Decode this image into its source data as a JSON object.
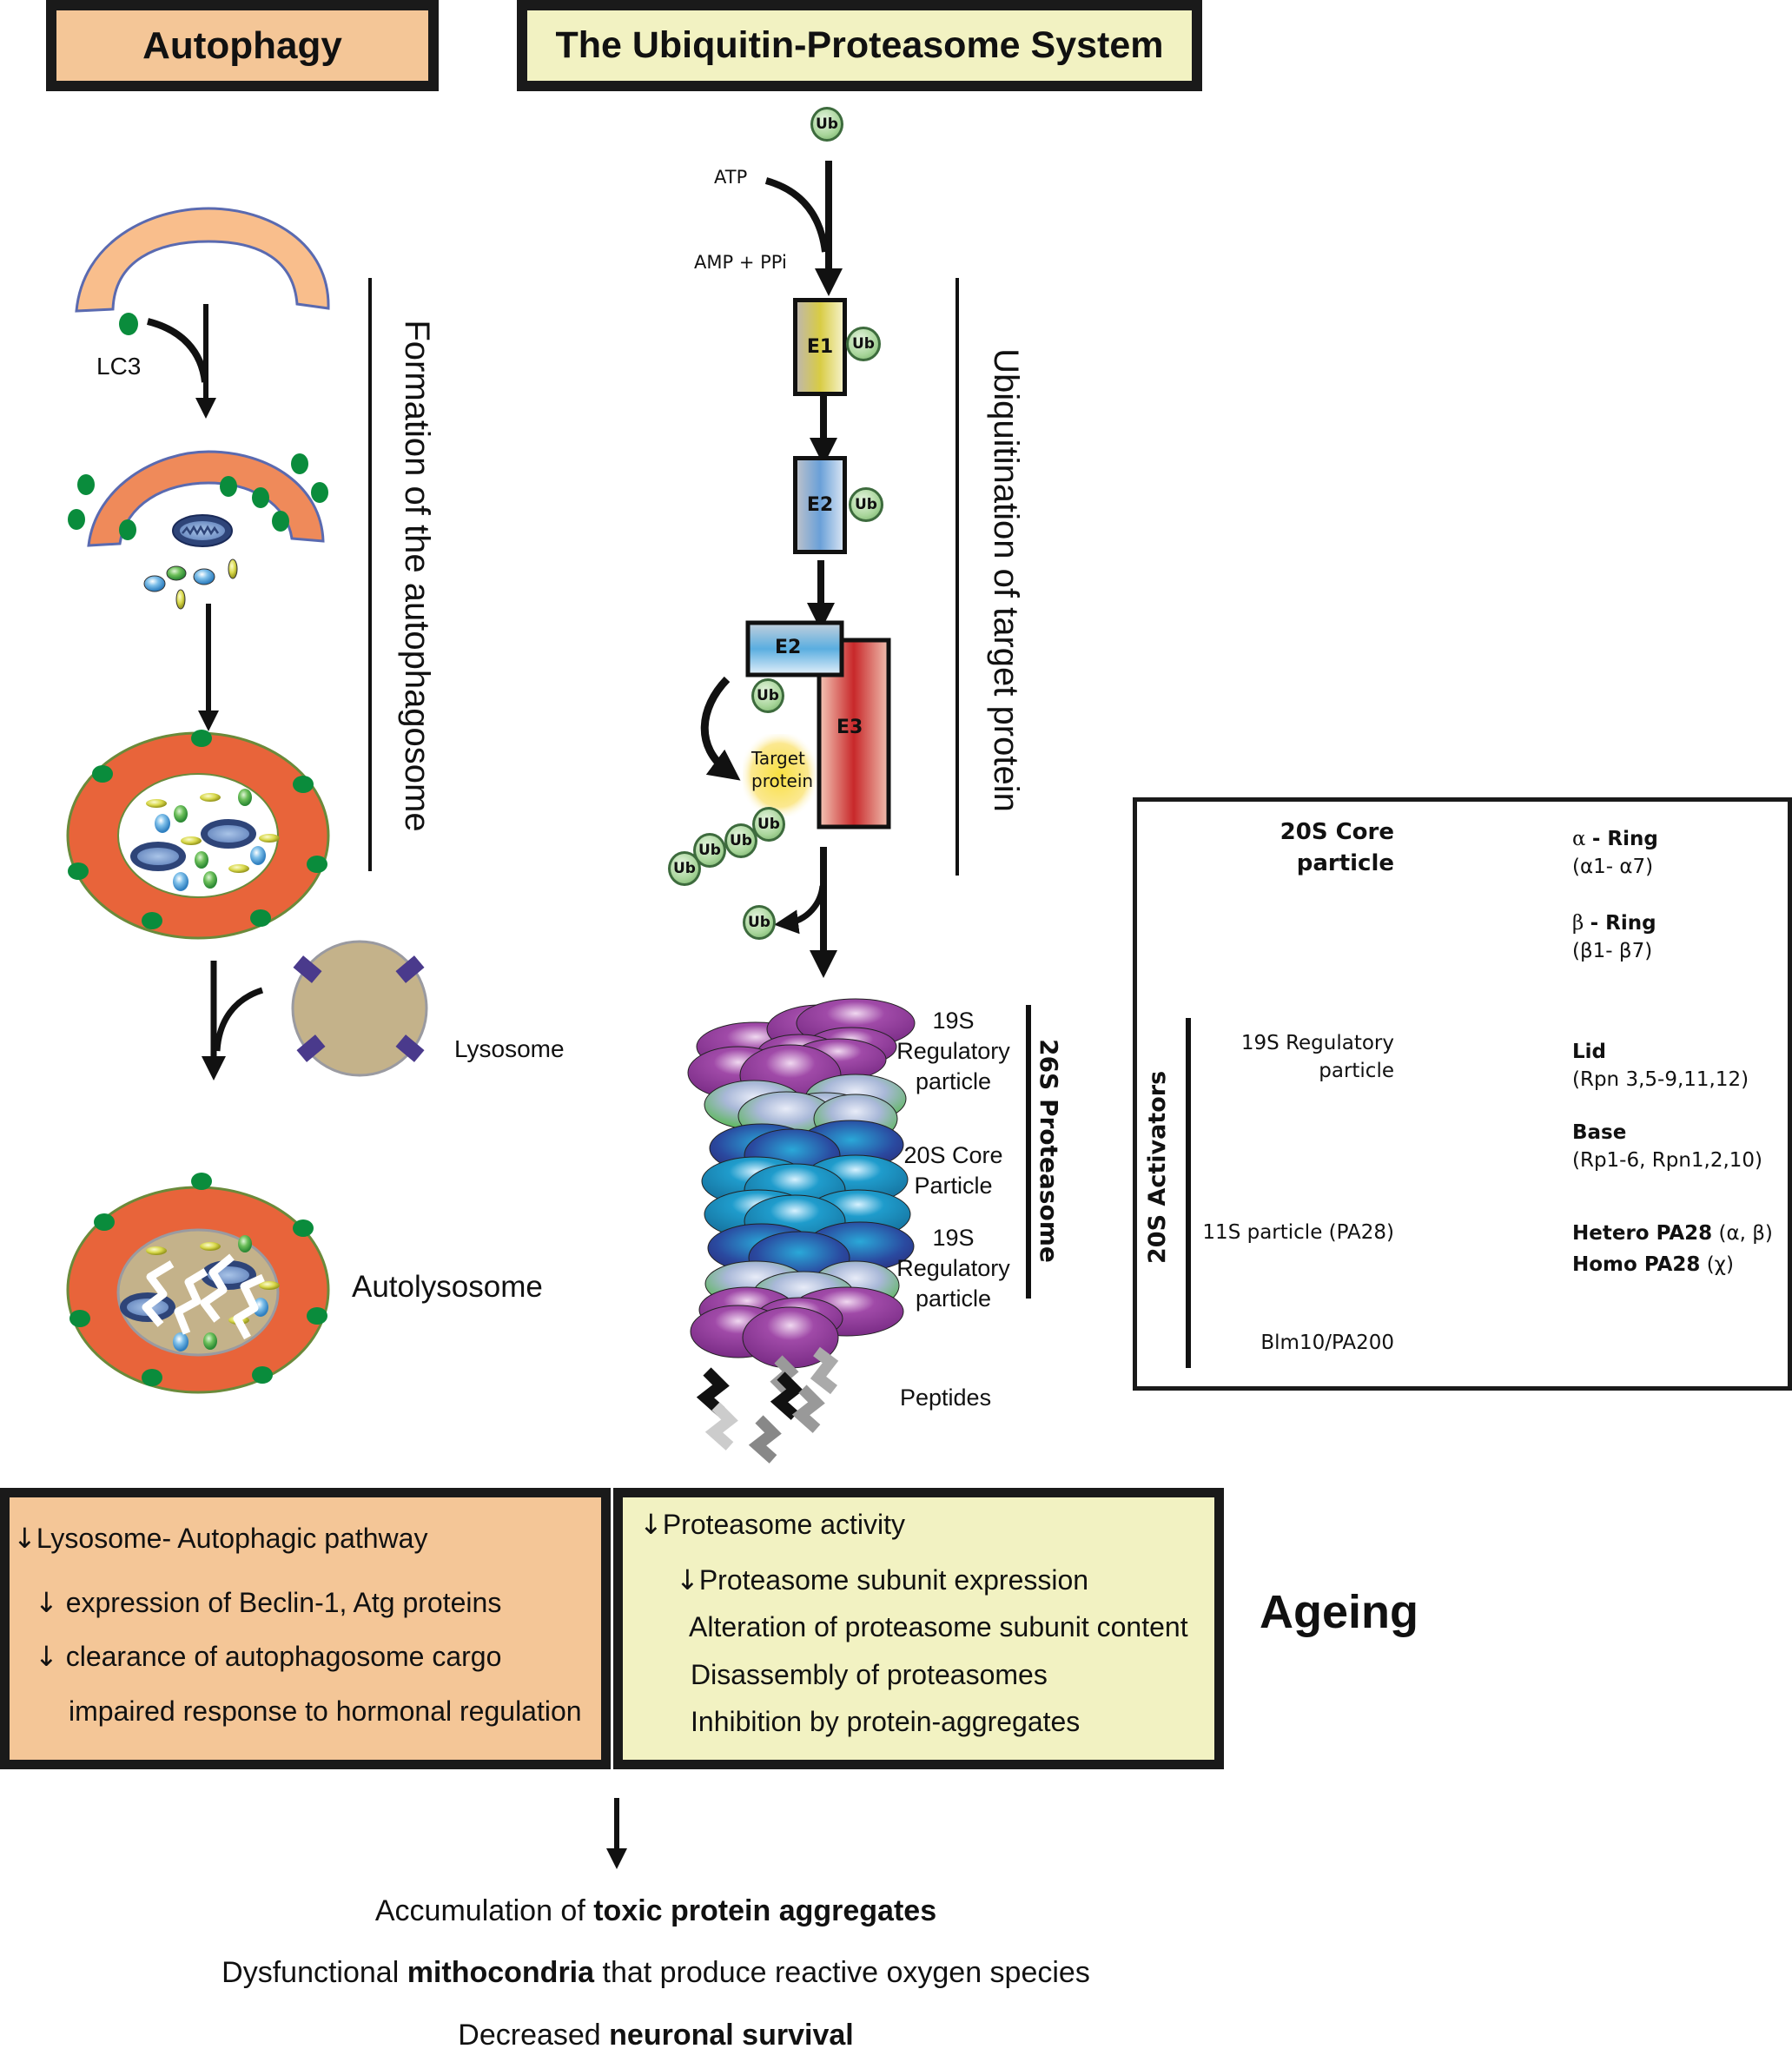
{
  "headers": {
    "autophagy": "Autophagy",
    "ups": "The Ubiquitin-Proteasome System"
  },
  "autophagy": {
    "lc3_label": "LC3",
    "formation_label": "Formation of the autophagosome",
    "lysosome_label": "Lysosome",
    "autolysosome_label": "Autolysosome"
  },
  "ups": {
    "ub": "Ub",
    "atp_label": "ATP",
    "amp_label": "AMP + PPi",
    "e1_label": "E1",
    "e2_label": "E2",
    "e3_label": "E3",
    "target_label_1": "Target",
    "target_label_2": "protein",
    "ubiquitination_label": "Ubiquitination of target protein",
    "proteasome": {
      "reg_top": [
        "19S",
        "Regulatory",
        "particle"
      ],
      "core": [
        "20S Core",
        "Particle"
      ],
      "reg_bottom": [
        "19S",
        "Regulatory",
        "particle"
      ],
      "side_label": "26S Proteasome",
      "peptides_label": "Peptides"
    }
  },
  "legend": {
    "core_title_1": "20S Core",
    "core_title_2": "particle",
    "alpha_ring_sym": "α",
    "alpha_ring_name": "- Ring",
    "alpha_ring_sub": "(α1- α7)",
    "beta_ring_sym": "β",
    "beta_ring_name": "- Ring",
    "beta_ring_sub": "(β1- β7)",
    "activators_label": "20S Activators",
    "reg_title_1": "19S Regulatory",
    "reg_title_2": "particle",
    "lid_name": "Lid",
    "lid_sub": "(Rpn 3,5-9,11,12)",
    "base_name": "Base",
    "base_sub": "(Rp1-6, Rpn1,2,10)",
    "pa28_title": "11S particle (PA28)",
    "hetero_name": "Hetero PA28",
    "hetero_sub": "(α, β)",
    "homo_name": "Homo PA28",
    "homo_sub": "(χ)",
    "blm_title": "Blm10/PA200"
  },
  "ageing": {
    "label": "Ageing",
    "autophagy_box": {
      "line1": "Lysosome- Autophagic pathway",
      "line2": "expression of Beclin-1, Atg proteins",
      "line3": "clearance of autophagosome cargo",
      "line4": "impaired response to hormonal regulation"
    },
    "ups_box": {
      "line1": "Proteasome activity",
      "line2": "Proteasome subunit expression",
      "line3": "Alteration of proteasome subunit content",
      "line4": "Disassembly of proteasomes",
      "line5": "Inhibition by protein-aggregates"
    },
    "decrease_arrow": "↓"
  },
  "outcomes": {
    "line1_pre": "Accumulation of ",
    "line1_bold": "toxic protein aggregates",
    "line2_pre": "Dysfunctional ",
    "line2_bold": "mithocondria",
    "line2_post": " that produce reactive oxygen species",
    "line3_pre": "Decreased ",
    "line3_bold": "neuronal survival"
  },
  "colors": {
    "autophagy_bg": "#f4c697",
    "ups_bg": "#f2f2c2",
    "phagophore_light": "#f9be8c",
    "phagophore_dark": "#ef8a5a",
    "autophagosome_ring": "#e8643a",
    "lc3_green": "#0a8c3c",
    "lysosome_fill": "#c4b28a",
    "lysosome_pump": "#4a3a8c"
  }
}
